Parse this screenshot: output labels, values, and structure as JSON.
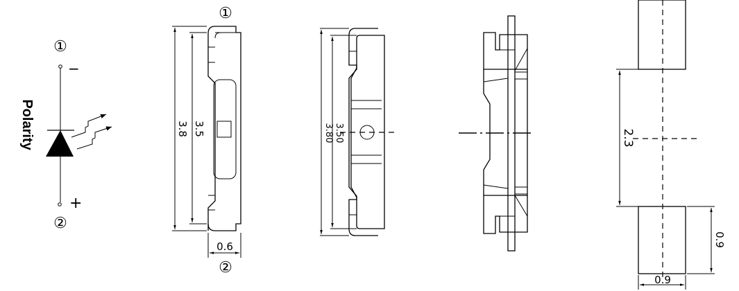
{
  "polarity": {
    "label": "Polarity",
    "pin1": "①",
    "pin2": "②",
    "minus": "−",
    "plus": "+"
  },
  "front_view": {
    "pin1": "①",
    "pin2": "②",
    "dim_total": "3.8",
    "dim_body": "3.5",
    "dim_width": "0.6"
  },
  "back_view": {
    "dim_body": "3.50",
    "dim_total": "3.80"
  },
  "pad_layout": {
    "dim_gap": "2.3",
    "dim_pad_height": "0.9",
    "dim_pad_width": "0.9"
  }
}
